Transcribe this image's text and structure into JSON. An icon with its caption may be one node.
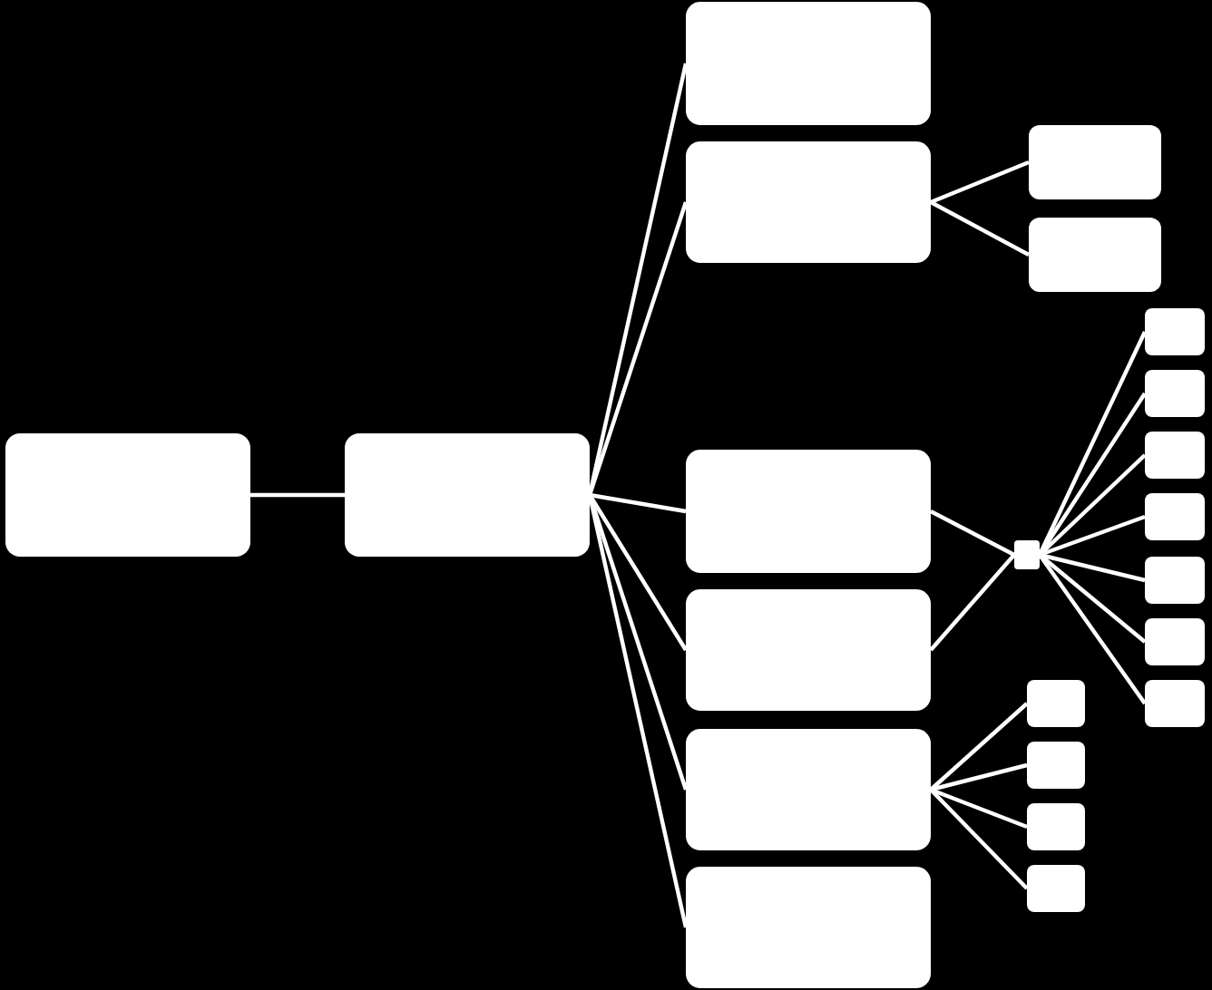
{
  "diagram": {
    "nodes": [
      {
        "text": [],
        "shape": "box"
      },
      {
        "text": [],
        "shape": "box"
      },
      {
        "text": [],
        "shape": "box"
      },
      {
        "text": [],
        "shape": "box"
      },
      {
        "text": [],
        "shape": "box"
      },
      {
        "text": [],
        "shape": "box"
      },
      {
        "text": [],
        "shape": "box"
      },
      {
        "text": [],
        "shape": "box"
      },
      {
        "text": [],
        "shape": "box"
      },
      {
        "text": [],
        "shape": "box"
      },
      {
        "text": [],
        "shape": "box"
      },
      {
        "text": [],
        "shape": "box"
      },
      {
        "text": [],
        "shape": "box"
      },
      {
        "text": [],
        "shape": "box"
      },
      {
        "text": [],
        "shape": "box"
      },
      {
        "text": [],
        "shape": "box"
      },
      {
        "text": [],
        "shape": "box"
      },
      {
        "text": [],
        "shape": "box"
      },
      {
        "text": [],
        "shape": "box"
      },
      {
        "text": [],
        "shape": "box"
      },
      {
        "text": [],
        "shape": "box"
      },
      {
        "text": [],
        "shape": "box"
      }
    ],
    "edges": [
      {
        "from": 0,
        "to": 1,
        "arrow": "none"
      },
      {
        "from": 1,
        "to": 2,
        "arrow": "none"
      },
      {
        "from": 1,
        "to": 3,
        "arrow": "none"
      },
      {
        "from": 1,
        "to": 4,
        "arrow": "none"
      },
      {
        "from": 1,
        "to": 5,
        "arrow": "none"
      },
      {
        "from": 1,
        "to": 6,
        "arrow": "none"
      },
      {
        "from": 1,
        "to": 7,
        "arrow": "none"
      },
      {
        "from": 3,
        "to": 8,
        "arrow": "none"
      },
      {
        "from": 3,
        "to": 9,
        "arrow": "none"
      },
      {
        "from": 4,
        "to": 10,
        "arrow": "none"
      },
      {
        "from": 5,
        "to": 10,
        "arrow": "none"
      },
      {
        "from": 10,
        "to": 11,
        "arrow": "none"
      },
      {
        "from": 10,
        "to": 12,
        "arrow": "none"
      },
      {
        "from": 10,
        "to": 13,
        "arrow": "none"
      },
      {
        "from": 10,
        "to": 14,
        "arrow": "none"
      },
      {
        "from": 10,
        "to": 15,
        "arrow": "none"
      },
      {
        "from": 10,
        "to": 16,
        "arrow": "none"
      },
      {
        "from": 10,
        "to": 17,
        "arrow": "none"
      },
      {
        "from": 6,
        "to": 18,
        "arrow": "none"
      },
      {
        "from": 6,
        "to": 19,
        "arrow": "none"
      },
      {
        "from": 6,
        "to": 20,
        "arrow": "none"
      },
      {
        "from": 6,
        "to": 21,
        "arrow": "none"
      }
    ]
  }
}
